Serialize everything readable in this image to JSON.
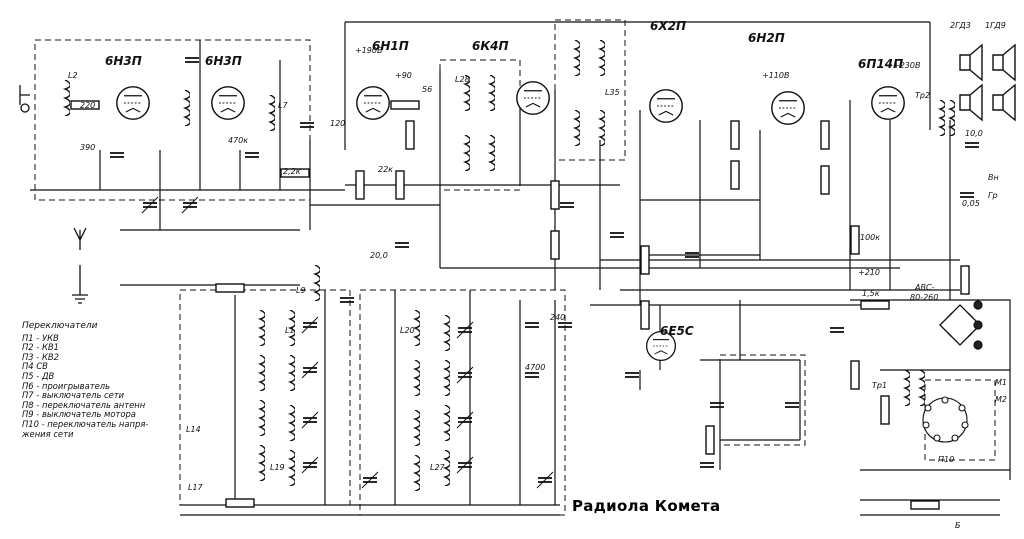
{
  "title": "Радиола Комета",
  "tubes": [
    "6Н3П",
    "6Н3П",
    "6Н1П",
    "6К4П",
    "6Х2П",
    "6Н2П",
    "6П14П",
    "6Е5С"
  ],
  "speakers": [
    "2ГД3",
    "1ГД9"
  ],
  "legend": {
    "heading": "Переключатели",
    "items": [
      "П1 - УКВ",
      "П2 - КВ1",
      "П3 - КВ2",
      "П4  СВ",
      "П5 - ДВ",
      "П6 - проигрыватель",
      "П7 - выключатель сети",
      "П8 - переключатель антенн",
      "П9 - выключатель мотора",
      "П10 - переключатель напря-",
      "жения сети"
    ]
  },
  "labels": {
    "tr1": "Тр1",
    "tr2": "Тр2",
    "avc": "АВС-",
    "avc2": "80-260",
    "vn": "Вн",
    "gr": "Гр",
    "p10": "П10",
    "m1": "М1",
    "m2": "М2",
    "b": "Б",
    "l1": "L1",
    "l2": "L2",
    "l9": "L9",
    "l20": "L20",
    "r1": "220",
    "r2": "390",
    "r3": "470к",
    "r4": "2,2к",
    "r5": "22к",
    "r6": "56",
    "r7": "1,5к",
    "r8": "100к",
    "c1": "120",
    "c2": "4700",
    "c3": "240",
    "c4": "20,0",
    "c5": "10,0",
    "c6": "0,05",
    "v1": "+190В",
    "v2": "+90",
    "v3": "+210",
    "v4": "+110В",
    "v5": "+230В",
    "l27": "L27",
    "l19": "L19",
    "l28": "L28",
    "l35": "L35",
    "l7": "L7",
    "l14": "L14",
    "l17": "L17"
  }
}
